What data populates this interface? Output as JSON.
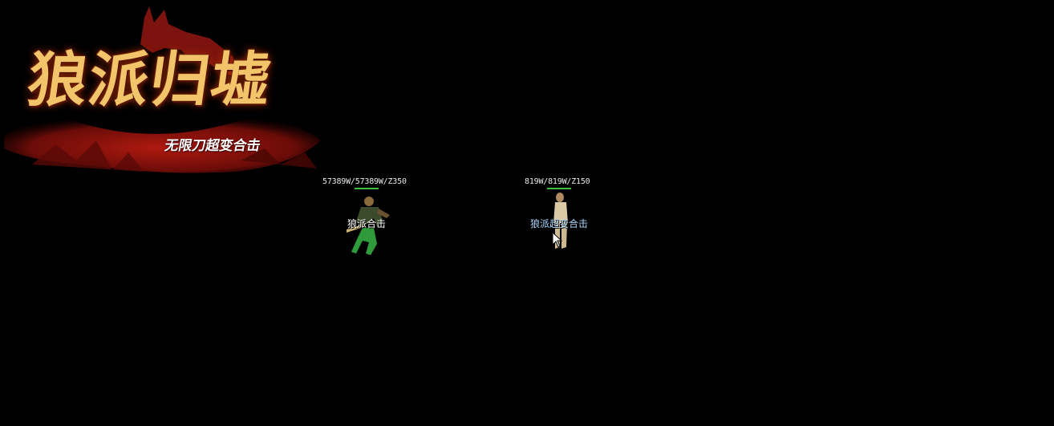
{
  "logo": {
    "title": "狼派归墟",
    "subtitle": "无限刀超变合击"
  },
  "units": [
    {
      "stats": "57389W/57389W/Z350",
      "name": "狼派合击",
      "name_color": "#ffffff",
      "hp_fraction": 1.0
    },
    {
      "stats": "819W/819W/Z150",
      "name": "狼派超变合击",
      "name_color": "#a9d8ff",
      "hp_fraction": 1.0
    }
  ],
  "colors": {
    "background": "#000000",
    "hp_bar": "#3fbf3f"
  },
  "icons": {
    "cursor": "arrow-cursor-icon",
    "logo_art": "wolf-silhouette-icon"
  }
}
